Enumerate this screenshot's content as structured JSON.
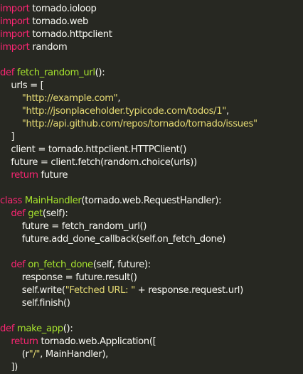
{
  "editor": {
    "colors": {
      "background": "#272822",
      "keyword": "#f92672",
      "function_name": "#a6e22e",
      "string": "#e6db74",
      "text": "#f8f8f2"
    },
    "lines": [
      [
        {
          "t": "kw",
          "v": "import"
        },
        {
          "t": "txt",
          "v": " tornado.ioloop"
        }
      ],
      [
        {
          "t": "kw",
          "v": "import"
        },
        {
          "t": "txt",
          "v": " tornado.web"
        }
      ],
      [
        {
          "t": "kw",
          "v": "import"
        },
        {
          "t": "txt",
          "v": " tornado.httpclient"
        }
      ],
      [
        {
          "t": "kw",
          "v": "import"
        },
        {
          "t": "txt",
          "v": " random"
        }
      ],
      [],
      [
        {
          "t": "kw",
          "v": "def"
        },
        {
          "t": "txt",
          "v": " "
        },
        {
          "t": "fn",
          "v": "fetch_random_url"
        },
        {
          "t": "txt",
          "v": "():"
        }
      ],
      [
        {
          "t": "txt",
          "v": "    urls = ["
        }
      ],
      [
        {
          "t": "txt",
          "v": "        "
        },
        {
          "t": "str",
          "v": "\"http://example.com\""
        },
        {
          "t": "txt",
          "v": ","
        }
      ],
      [
        {
          "t": "txt",
          "v": "        "
        },
        {
          "t": "str",
          "v": "\"http://jsonplaceholder.typicode.com/todos/1\""
        },
        {
          "t": "txt",
          "v": ","
        }
      ],
      [
        {
          "t": "txt",
          "v": "        "
        },
        {
          "t": "str",
          "v": "\"http://api.github.com/repos/tornado/tornado/issues\""
        }
      ],
      [
        {
          "t": "txt",
          "v": "    ]"
        }
      ],
      [
        {
          "t": "txt",
          "v": "    client = tornado.httpclient.HTTPClient()"
        }
      ],
      [
        {
          "t": "txt",
          "v": "    future = client.fetch(random.choice(urls))"
        }
      ],
      [
        {
          "t": "txt",
          "v": "    "
        },
        {
          "t": "kw",
          "v": "return"
        },
        {
          "t": "txt",
          "v": " future"
        }
      ],
      [],
      [
        {
          "t": "kw",
          "v": "class"
        },
        {
          "t": "txt",
          "v": " "
        },
        {
          "t": "fn",
          "v": "MainHandler"
        },
        {
          "t": "txt",
          "v": "(tornado.web.RequestHandler):"
        }
      ],
      [
        {
          "t": "txt",
          "v": "    "
        },
        {
          "t": "kw",
          "v": "def"
        },
        {
          "t": "txt",
          "v": " "
        },
        {
          "t": "fn",
          "v": "get"
        },
        {
          "t": "txt",
          "v": "(self):"
        }
      ],
      [
        {
          "t": "txt",
          "v": "        future = fetch_random_url()"
        }
      ],
      [
        {
          "t": "txt",
          "v": "        future.add_done_callback(self.on_fetch_done)"
        }
      ],
      [],
      [
        {
          "t": "txt",
          "v": "    "
        },
        {
          "t": "kw",
          "v": "def"
        },
        {
          "t": "txt",
          "v": " "
        },
        {
          "t": "fn",
          "v": "on_fetch_done"
        },
        {
          "t": "txt",
          "v": "(self, future):"
        }
      ],
      [
        {
          "t": "txt",
          "v": "        response = future.result()"
        }
      ],
      [
        {
          "t": "txt",
          "v": "        self.write("
        },
        {
          "t": "str",
          "v": "\"Fetched URL: \""
        },
        {
          "t": "txt",
          "v": " + response.request.url)"
        }
      ],
      [
        {
          "t": "txt",
          "v": "        self.finish()"
        }
      ],
      [],
      [
        {
          "t": "kw",
          "v": "def"
        },
        {
          "t": "txt",
          "v": " "
        },
        {
          "t": "fn",
          "v": "make_app"
        },
        {
          "t": "txt",
          "v": "():"
        }
      ],
      [
        {
          "t": "txt",
          "v": "    "
        },
        {
          "t": "kw",
          "v": "return"
        },
        {
          "t": "txt",
          "v": " tornado.web.Application(["
        }
      ],
      [
        {
          "t": "txt",
          "v": "        (r"
        },
        {
          "t": "str",
          "v": "\"/\""
        },
        {
          "t": "txt",
          "v": ", MainHandler),"
        }
      ],
      [
        {
          "t": "txt",
          "v": "    ])"
        }
      ]
    ]
  }
}
